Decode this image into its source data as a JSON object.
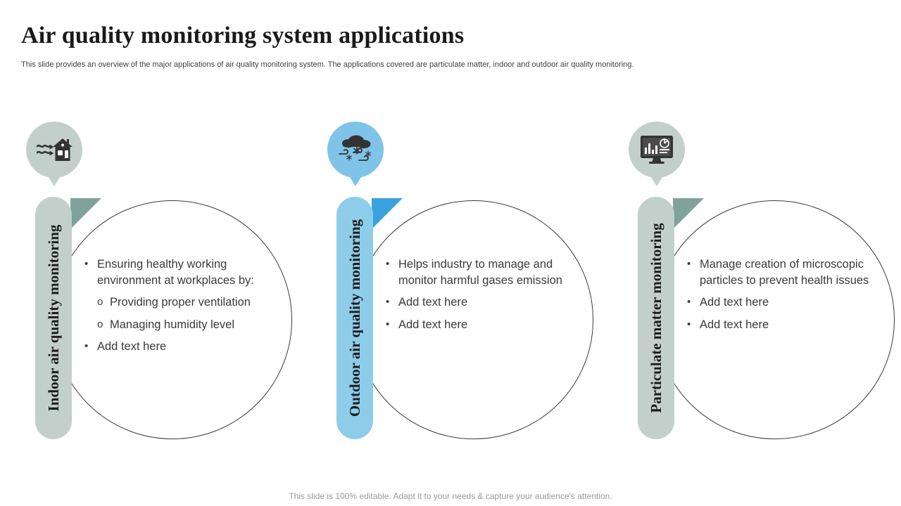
{
  "header": {
    "title": "Air quality monitoring system applications",
    "subtitle": "This slide provides an overview of the major applications of air quality monitoring system. The applications covered are particulate matter, indoor and outdoor air quality monitoring."
  },
  "colors": {
    "sage_light": "#c3cfcb",
    "sage_dark": "#7fa29b",
    "blue_light": "#8ecdea",
    "blue_mid": "#7fc4e8",
    "blue_dark": "#3aa2dc",
    "icon_dark": "#333333",
    "text": "#3a3a3a",
    "title": "#1a1a1a",
    "footer": "#9a9a9a",
    "circle_outline": "#3b3b3b"
  },
  "columns": [
    {
      "id": "indoor",
      "tab_label": "Indoor air quality monitoring",
      "tab_color": "#c3cfcb",
      "flag_color": "#7fa29b",
      "pin_color": "#c3cfcb",
      "icon_name": "house-airflow-icon",
      "bullets": [
        {
          "level": 1,
          "marker": "•",
          "text": "Ensuring healthy working environment at workplaces by:"
        },
        {
          "level": 2,
          "marker": "o",
          "text": "Providing proper ventilation"
        },
        {
          "level": 2,
          "marker": "o",
          "text": "Managing humidity level"
        },
        {
          "level": 1,
          "marker": "•",
          "text": "Add text here"
        }
      ]
    },
    {
      "id": "outdoor",
      "tab_label": "Outdoor air quality monitoring",
      "tab_color": "#8ecdea",
      "flag_color": "#3aa2dc",
      "pin_color": "#7fc4e8",
      "icon_name": "cloud-snow-wind-icon",
      "bullets": [
        {
          "level": 1,
          "marker": "•",
          "text": "Helps industry to manage and monitor harmful gases emission"
        },
        {
          "level": 1,
          "marker": "•",
          "text": "Add text here"
        },
        {
          "level": 1,
          "marker": "•",
          "text": "Add text here"
        }
      ]
    },
    {
      "id": "particulate",
      "tab_label": "Particulate matter monitoring",
      "tab_color": "#c3cfcb",
      "flag_color": "#7fa29b",
      "pin_color": "#c3cfcb",
      "icon_name": "monitor-dashboard-chart-icon",
      "bullets": [
        {
          "level": 1,
          "marker": "•",
          "text": "Manage creation of microscopic particles to prevent health issues"
        },
        {
          "level": 1,
          "marker": "•",
          "text": "Add text here"
        },
        {
          "level": 1,
          "marker": "•",
          "text": "Add text here"
        }
      ]
    }
  ],
  "footer": {
    "note": "This slide is 100% editable. Adapt it to your needs & capture your audience's attention."
  }
}
